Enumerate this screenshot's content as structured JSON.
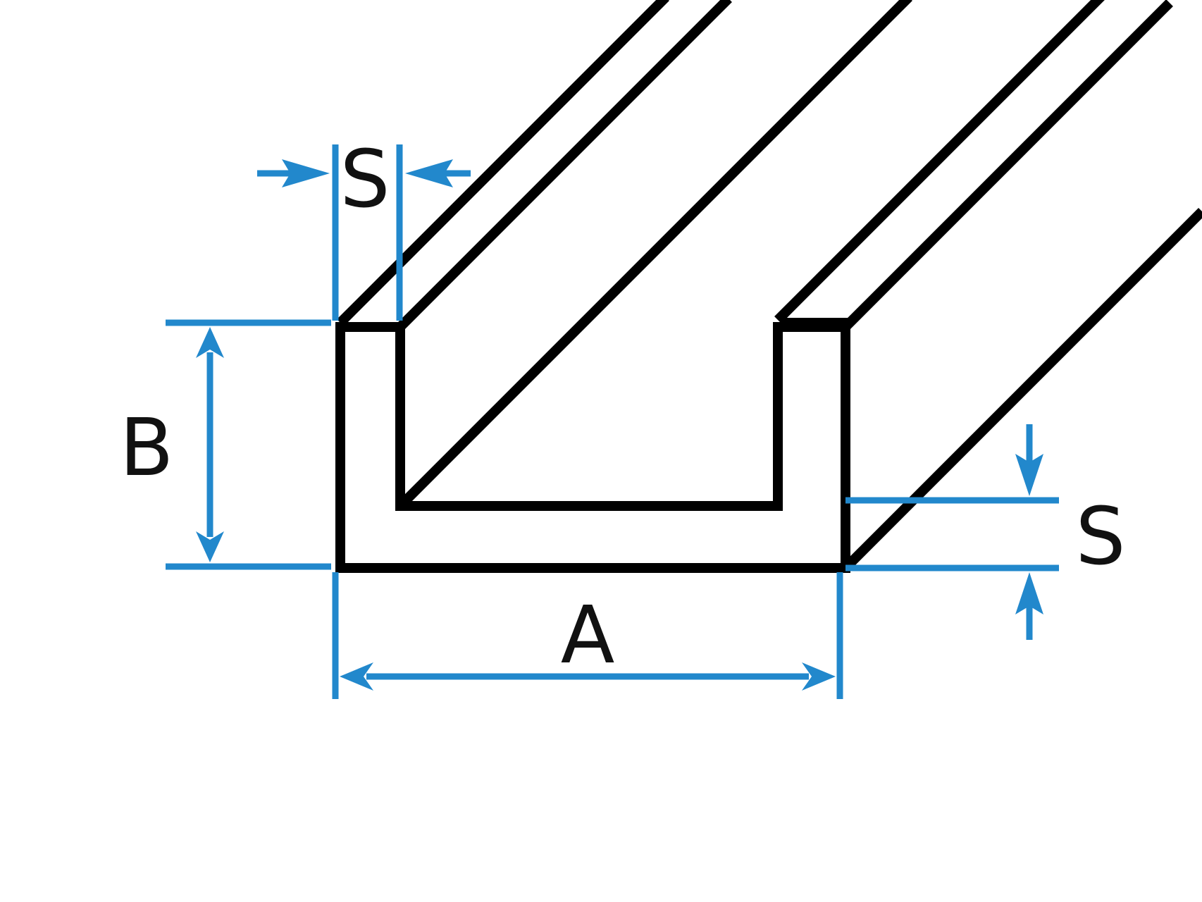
{
  "diagram": {
    "labels": {
      "thickness_top": "S",
      "height": "B",
      "width": "A",
      "thickness_right": "S"
    },
    "colors": {
      "profile": "#000000",
      "dimension": "#2288cc",
      "text": "#111111",
      "background": "#ffffff"
    }
  }
}
